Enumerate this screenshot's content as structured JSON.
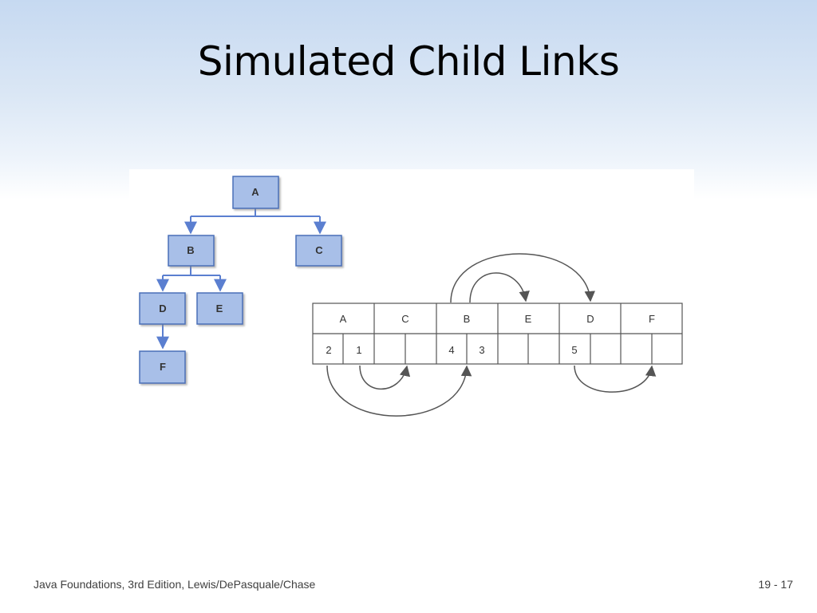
{
  "slide": {
    "title": "Simulated Child Links",
    "footer": "Java Foundations, 3rd Edition, Lewis/DePasquale/Chase",
    "page_number": "19 - 17"
  },
  "tree": {
    "nodes": [
      "A",
      "B",
      "C",
      "D",
      "E",
      "F"
    ],
    "edges": [
      [
        "A",
        "B"
      ],
      [
        "A",
        "C"
      ],
      [
        "B",
        "D"
      ],
      [
        "B",
        "E"
      ],
      [
        "D",
        "F"
      ]
    ],
    "node_color": "#a8bfe8",
    "edge_color": "#5b7fd0"
  },
  "array": {
    "elements": [
      {
        "name": "A",
        "links": [
          "2",
          "1"
        ]
      },
      {
        "name": "C",
        "links": [
          "",
          ""
        ]
      },
      {
        "name": "B",
        "links": [
          "4",
          "3"
        ]
      },
      {
        "name": "E",
        "links": [
          "",
          ""
        ]
      },
      {
        "name": "D",
        "links": [
          "5",
          ""
        ]
      },
      {
        "name": "F",
        "links": [
          "",
          ""
        ]
      }
    ]
  }
}
